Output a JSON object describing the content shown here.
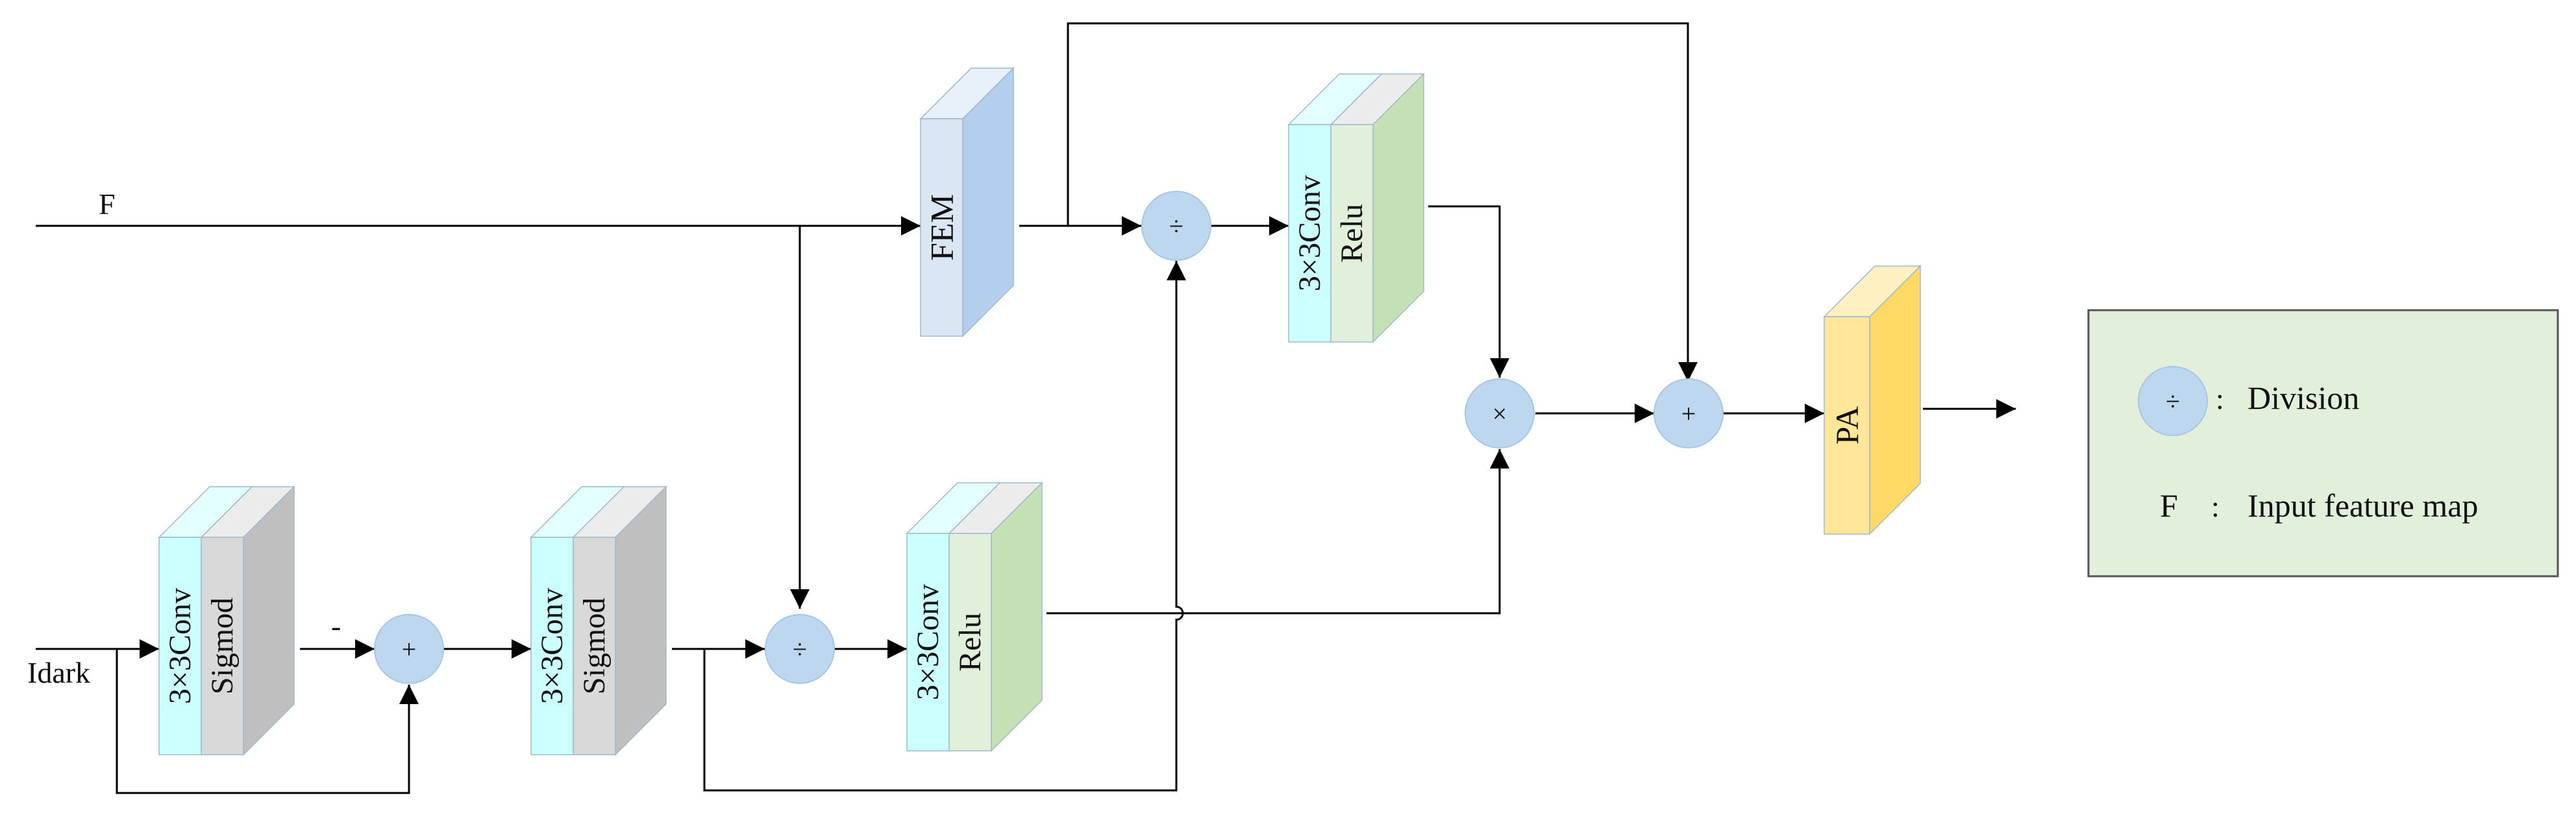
{
  "inputs": {
    "f": "F",
    "idark": "Idark"
  },
  "signs": {
    "minus": "-"
  },
  "blocks": {
    "conv_sig_1": {
      "top": "3×3Conv",
      "bottom": "Sigmod"
    },
    "conv_sig_2": {
      "top": "3×3Conv",
      "bottom": "Sigmod"
    },
    "conv_relu_low": {
      "top": "3×3Conv",
      "bottom": "Relu"
    },
    "conv_relu_up": {
      "top": "3×3Conv",
      "bottom": "Relu"
    },
    "fem": "FEM",
    "pa": "PA"
  },
  "ops": {
    "add1": "+",
    "div_low": "÷",
    "div_up": "÷",
    "mul": "×",
    "add2": "+"
  },
  "legend": {
    "div_symbol": "÷",
    "div_sep": ":",
    "div_label": "Division",
    "f_symbol": "F",
    "f_sep": ":",
    "f_label": "Input feature map"
  },
  "colors": {
    "cyan_front": "#ccffff",
    "cyan_top": "#e4ffff",
    "gray_front": "#d9d9d9",
    "gray_side": "#bfbfbf",
    "green_front": "#e2efda",
    "green_side": "#c5e0b4",
    "blue_front": "#dae6f4",
    "blue_side": "#b4cfee",
    "yellow_front": "#ffe699",
    "yellow_side": "#ffd966",
    "circle_fill": "#bdd7ee",
    "legend_bg": "#e2efda"
  }
}
